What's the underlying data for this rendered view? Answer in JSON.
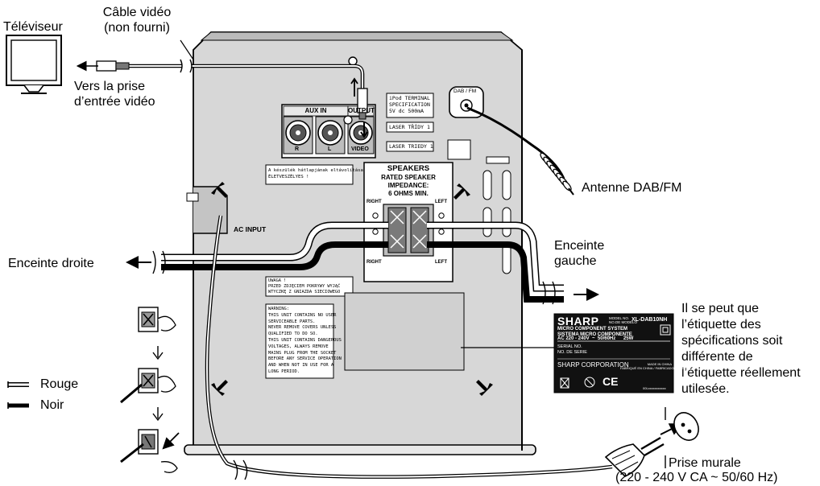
{
  "labels": {
    "tv": "Téléviseur",
    "video_cable_1": "Câble vidéo",
    "video_cable_2": "(non fourni)",
    "to_video_1": "Vers la prise",
    "to_video_2": "d’entrée vidéo",
    "antenna": "Antenne DAB/FM",
    "left_speaker_1": "Enceinte",
    "left_speaker_2": "gauche",
    "right_speaker": "Enceinte droite",
    "red": "Rouge",
    "black": "Noir",
    "note_1": "Il se peut que",
    "note_2": "l’étiquette des",
    "note_3": "spécifications soit",
    "note_4": "différente de",
    "note_5": "l’étiquette réellement",
    "note_6": "utilesée.",
    "outlet_1": "Prise murale",
    "outlet_2": "(220 - 240 V CA ~ 50/60 Hz)"
  },
  "unit": {
    "aux_in": "AUX IN",
    "output": "OUTPUT",
    "jack_r": "R",
    "jack_l": "L",
    "jack_video": "VIDEO",
    "ipod_1": "iPod TERMINAL",
    "ipod_2": "SPECIFICATION",
    "ipod_3": "5V  dc  500mA",
    "laser_1": "LASER TŘÍDY 1",
    "laser_2": "LASER TRIEDY 1",
    "dab_fm": "DAB / FM",
    "speakers": "SPEAKERS",
    "rated_1": "RATED SPEAKER",
    "rated_2": "IMPEDANCE:",
    "rated_3": "6 OHMS MIN.",
    "sp_right": "RIGHT",
    "sp_left": "LEFT",
    "ac_input": "AC INPUT",
    "hu_1": "A készülék hátlapjának eltávolítása",
    "hu_2": "ÉLETVESZÉLYES !",
    "pl_1": "UWAGA !",
    "pl_2": "PRZED ZDJĘCIEM POKRYWY WYJĄĆ",
    "pl_3": "WTYCZKĘ Z GNIAZDA SIECIOWEGO",
    "warn_1": "WARNING:",
    "warn_2": "THIS UNIT CONTAINS NO USER",
    "warn_3": "SERVICEABLE PARTS.",
    "warn_4": "NEVER REMOVE COVERS UNLESS",
    "warn_5": "QUALIFIED TO DO SO.",
    "warn_6": "THIS UNIT CONTAINS DANGEROUS",
    "warn_7": "VOLTAGES, ALWAYS REMOVE",
    "warn_8": "MAINS PLUG FROM THE SOCKET",
    "warn_9": "BEFORE ANY SERVICE OPERATION",
    "warn_10": "AND WHEN NOT IN USE FOR A",
    "warn_11": "LONG PERIOD."
  },
  "spec_label": {
    "brand": "SHARP",
    "model_tag_1": "MODEL NO.",
    "model_tag_2": "NO.DE MODELO",
    "model": "XL-DAB10NH",
    "line_1": "MICRO COMPONENT SYSTEM",
    "line_2": "SISTEMA MICRO COMPONENTE",
    "line_3a": "AC 220 - 240V",
    "line_3b": "50/60Hz",
    "line_3c": "25W",
    "serial_1": "SERIAL NO.",
    "serial_2": "NO. DE SERIE",
    "corp": "SHARP CORPORATION",
    "made_1": "MADE IN CHINA",
    "made_2": "FABRIQUÉ EN CHINA / FABRICADO EN CHINA",
    "ce": "CE",
    "serial_code": "00Lxxxxxxxxxxx"
  },
  "colors": {
    "line": "#000000",
    "label_bg": "#111111",
    "label_fg": "#ffffff",
    "panel": "#ffffff",
    "shade": "#cccccc"
  }
}
